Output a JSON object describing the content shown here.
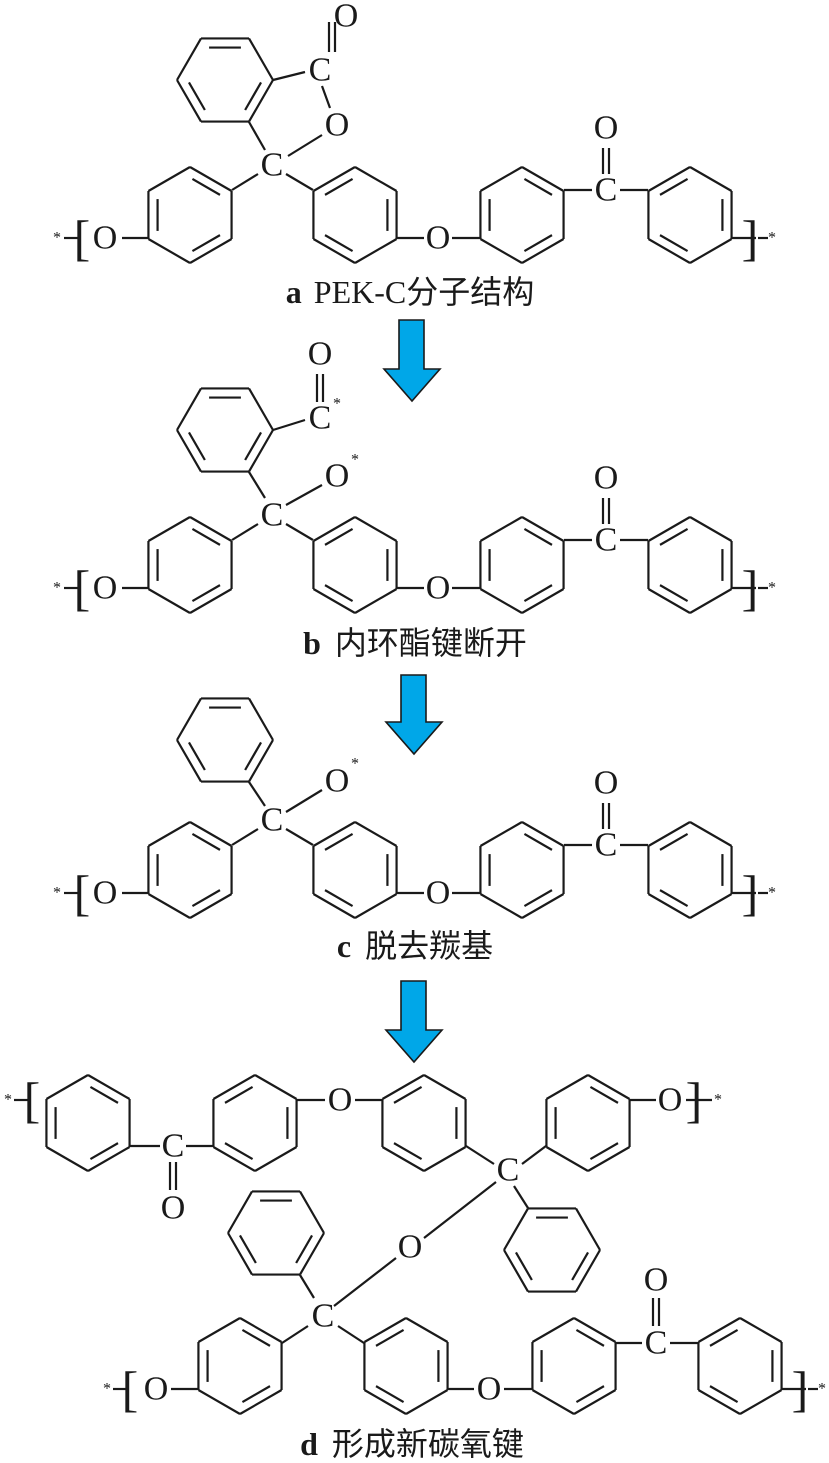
{
  "diagram": {
    "accent_color": "#00a7e8",
    "bond_color": "#1a1a1a",
    "labels": {
      "carbon": "C",
      "oxygen": "O",
      "radical": "*",
      "open_bracket": "[",
      "close_bracket": "]"
    },
    "panels": [
      {
        "id": "a",
        "letter": "a",
        "caption": "PEK-C分子结构"
      },
      {
        "id": "b",
        "letter": "b",
        "caption": "内环酯键断开"
      },
      {
        "id": "c",
        "letter": "c",
        "caption": "脱去羰基"
      },
      {
        "id": "d",
        "letter": "d",
        "caption": "形成新碳氧键"
      }
    ],
    "arrows": [
      {
        "from": "a",
        "to": "b",
        "icon": "down-arrow-icon"
      },
      {
        "from": "b",
        "to": "c",
        "icon": "down-arrow-icon"
      },
      {
        "from": "c",
        "to": "d",
        "icon": "down-arrow-icon"
      }
    ]
  }
}
